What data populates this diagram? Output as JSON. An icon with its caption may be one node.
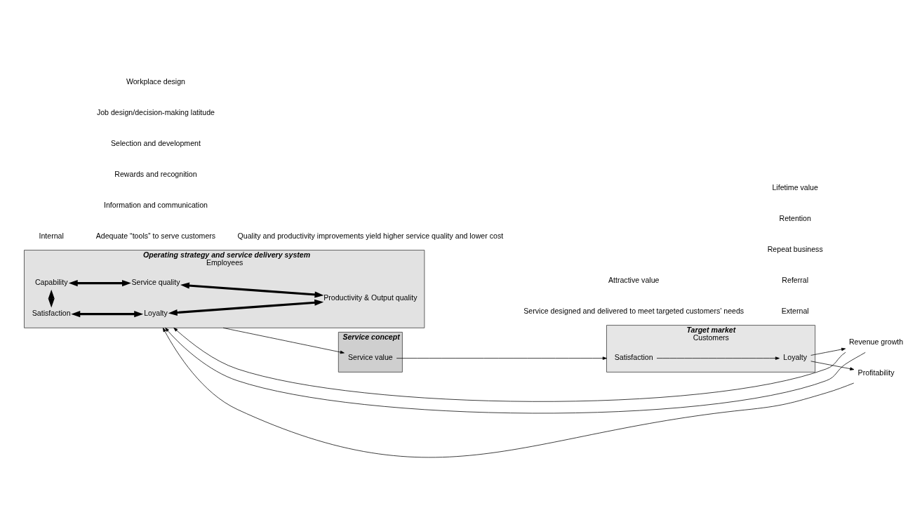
{
  "diagram": {
    "nodes": [
      {
        "text": [
          "Operating strategy and service delivery system",
          "Employees"
        ]
      },
      {
        "text": [
          "Loyalty"
        ],
        "in": 0
      },
      {
        "text": [
          "Satisfaction"
        ],
        "in": 0
      },
      {
        "text": [
          "Productivity & Output quality"
        ],
        "in": 0
      },
      {
        "text": [
          "Capability"
        ],
        "in": 0
      },
      {
        "text": [
          "Service quality"
        ],
        "in": 0
      },
      {
        "text": [
          "Service concept"
        ]
      },
      {
        "text": [
          "Service value"
        ],
        "in": 6
      },
      {
        "text": [
          "Target market",
          "Customers"
        ]
      },
      {
        "text": [
          "Satisfaction"
        ],
        "in": 8
      },
      {
        "text": [
          "Loyalty"
        ],
        "in": 8
      },
      {
        "text": [
          "Revenue growth"
        ]
      },
      {
        "text": [
          "Profitability"
        ]
      }
    ],
    "edges": [
      {
        "from": 1,
        "to": 3,
        "arrow": "both",
        "style": "thick"
      },
      {
        "from": 2,
        "to": 1,
        "arrow": "both",
        "style": "thick"
      },
      {
        "from": 2,
        "to": 4,
        "arrow": "both",
        "style": "thick"
      },
      {
        "from": 4,
        "to": 5,
        "arrow": "both",
        "style": "thick"
      },
      {
        "from": 5,
        "to": 3,
        "arrow": "both",
        "style": "thick"
      },
      {
        "from": 0,
        "to": 7,
        "arrow": "to"
      },
      {
        "from": 7,
        "to": 8,
        "arrow": "to"
      },
      {
        "from": 9,
        "to": 10,
        "arrow": "to"
      },
      {
        "from": 10,
        "to": 11,
        "arrow": "to"
      },
      {
        "from": 10,
        "to": 12,
        "arrow": "to"
      },
      {
        "from": 11,
        "to": 0,
        "arrow": "to"
      },
      {
        "from": 11,
        "to": 0,
        "arrow": "to"
      },
      {
        "from": 12,
        "to": 0,
        "arrow": "to"
      }
    ],
    "labels": [
      "Internal",
      "External",
      "Workplace design",
      "Job design/decision-making latitude",
      "Selection and development",
      "Rewards and recognition",
      "Information and communication",
      "Adequate “tools” to serve customers",
      "Quality and productivity improvements yield higher service quality and lower cost",
      "Attractive value",
      "Service designed and delivered to meet targeted customers’ needs",
      "Lifetime value",
      "Retention",
      "Repeat business",
      "Referral"
    ]
  }
}
